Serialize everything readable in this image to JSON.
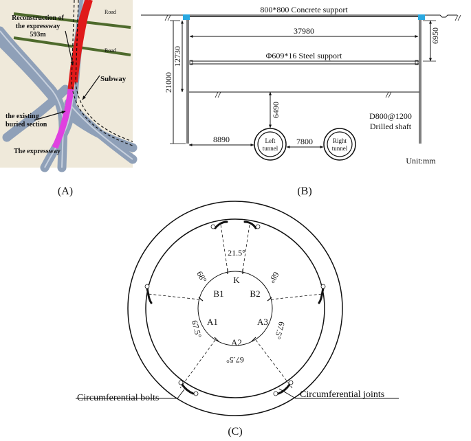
{
  "panel_a": {
    "caption": "(A)",
    "road_label_1": "Road",
    "road_label_2": "Road",
    "reconstruction_line1": "Reconstruction of",
    "reconstruction_line2": "the expressway",
    "reconstruction_length": "593m",
    "subway_label": "Subway",
    "buried_line1": "the existing",
    "buried_line2": "buried section",
    "expressway_label": "The expressway",
    "colors": {
      "background": "#efe9da",
      "expressway": "#8fa0b8",
      "reconstruction": "#e01a1a",
      "buried": "#e040e0",
      "road": "#4e6a2c"
    }
  },
  "panel_b": {
    "caption": "(B)",
    "concrete_support": "800*800 Concrete support",
    "span_width": "37980",
    "steel_support_depth": "6950",
    "depth_12730": "12730",
    "depth_21000": "21000",
    "steel_support": "Φ609*16 Steel support",
    "tunnel_cover": "6490",
    "drilled_shaft_line1": "D800@1200",
    "drilled_shaft_line2": "Drilled shaft",
    "left_offset": "8890",
    "tunnel_spacing": "7800",
    "left_tunnel_line1": "Left",
    "left_tunnel_line2": "tunnel",
    "right_tunnel_line1": "Right",
    "right_tunnel_line2": "tunnel",
    "unit": "Unit:mm",
    "colors": {
      "concrete_support": "#2aa8e0",
      "shaft": "#808080"
    }
  },
  "panel_c": {
    "caption": "(C)",
    "angle_top": "21.5°",
    "angle_upper_left": "68°",
    "angle_upper_right": "68°",
    "angle_lower_left": "67.5°",
    "angle_lower_right": "67.5°",
    "angle_bottom": "67.5°",
    "segment_k": "K",
    "segment_b1": "B1",
    "segment_b2": "B2",
    "segment_a1": "A1",
    "segment_a2": "A2",
    "segment_a3": "A3",
    "bolts_label": "Circumferential bolts",
    "joints_label": "Circumferential joints"
  }
}
